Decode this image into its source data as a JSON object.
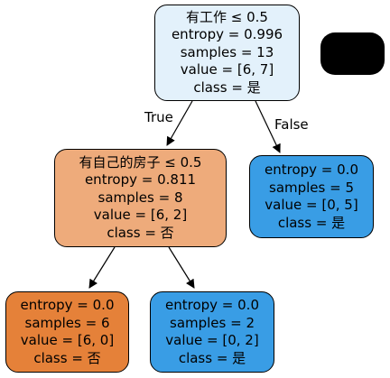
{
  "tree": {
    "root": {
      "condition": "有工作 ≤ 0.5",
      "entropy": "entropy = 0.996",
      "samples": "samples = 13",
      "value": "value = [6, 7]",
      "class": "class = 是",
      "fill": "#e3f1fb"
    },
    "left": {
      "condition": "有自己的房子 ≤ 0.5",
      "entropy": "entropy = 0.811",
      "samples": "samples = 8",
      "value": "value = [6, 2]",
      "class": "class = 否",
      "fill": "#eeab7b"
    },
    "right": {
      "entropy": "entropy = 0.0",
      "samples": "samples = 5",
      "value": "value = [0, 5]",
      "class": "class = 是",
      "fill": "#399de5"
    },
    "left_left": {
      "entropy": "entropy = 0.0",
      "samples": "samples = 6",
      "value": "value = [6, 0]",
      "class": "class = 否",
      "fill": "#e58139"
    },
    "left_right": {
      "entropy": "entropy = 0.0",
      "samples": "samples = 2",
      "value": "value = [0, 2]",
      "class": "class = 是",
      "fill": "#399de5"
    },
    "edges": {
      "true_label": "True",
      "false_label": "False"
    }
  }
}
